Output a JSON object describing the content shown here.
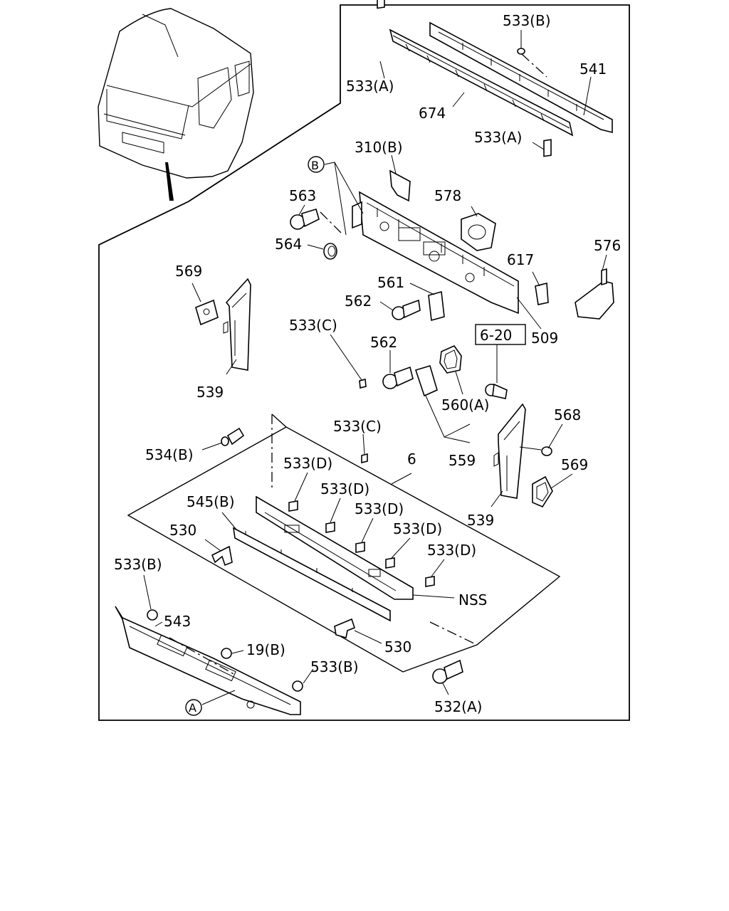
{
  "labels": {
    "l533b_top": "533(B)",
    "l541": "541",
    "l533a_1": "533(A)",
    "l674": "674",
    "l533a_2": "533(A)",
    "l310b": "310(B)",
    "lB": "B",
    "l563": "563",
    "l578": "578",
    "l564": "564",
    "l617": "617",
    "l576": "576",
    "l569_left": "569",
    "l561": "561",
    "l562_1": "562",
    "l533c_1": "533(C)",
    "l6_20": "6-20",
    "l509": "509",
    "l562_2": "562",
    "l539_left": "539",
    "l560a": "560(A)",
    "l568": "568",
    "l533c_2": "533(C)",
    "l534b": "534(B)",
    "l559": "559",
    "l569_right": "569",
    "l533d_1": "533(D)",
    "l6": "6",
    "l533d_2": "533(D)",
    "l545b": "545(B)",
    "l533d_3": "533(D)",
    "l539_right": "539",
    "l530_1": "530",
    "l533d_4": "533(D)",
    "l533d_5": "533(D)",
    "l533b_left": "533(B)",
    "lNSS": "NSS",
    "l543": "543",
    "l530_2": "530",
    "l19b": "19(B)",
    "l533b_bottom": "533(B)",
    "lA": "A",
    "l532a": "532(A)"
  },
  "icons": [
    "truck-cab-icon"
  ]
}
